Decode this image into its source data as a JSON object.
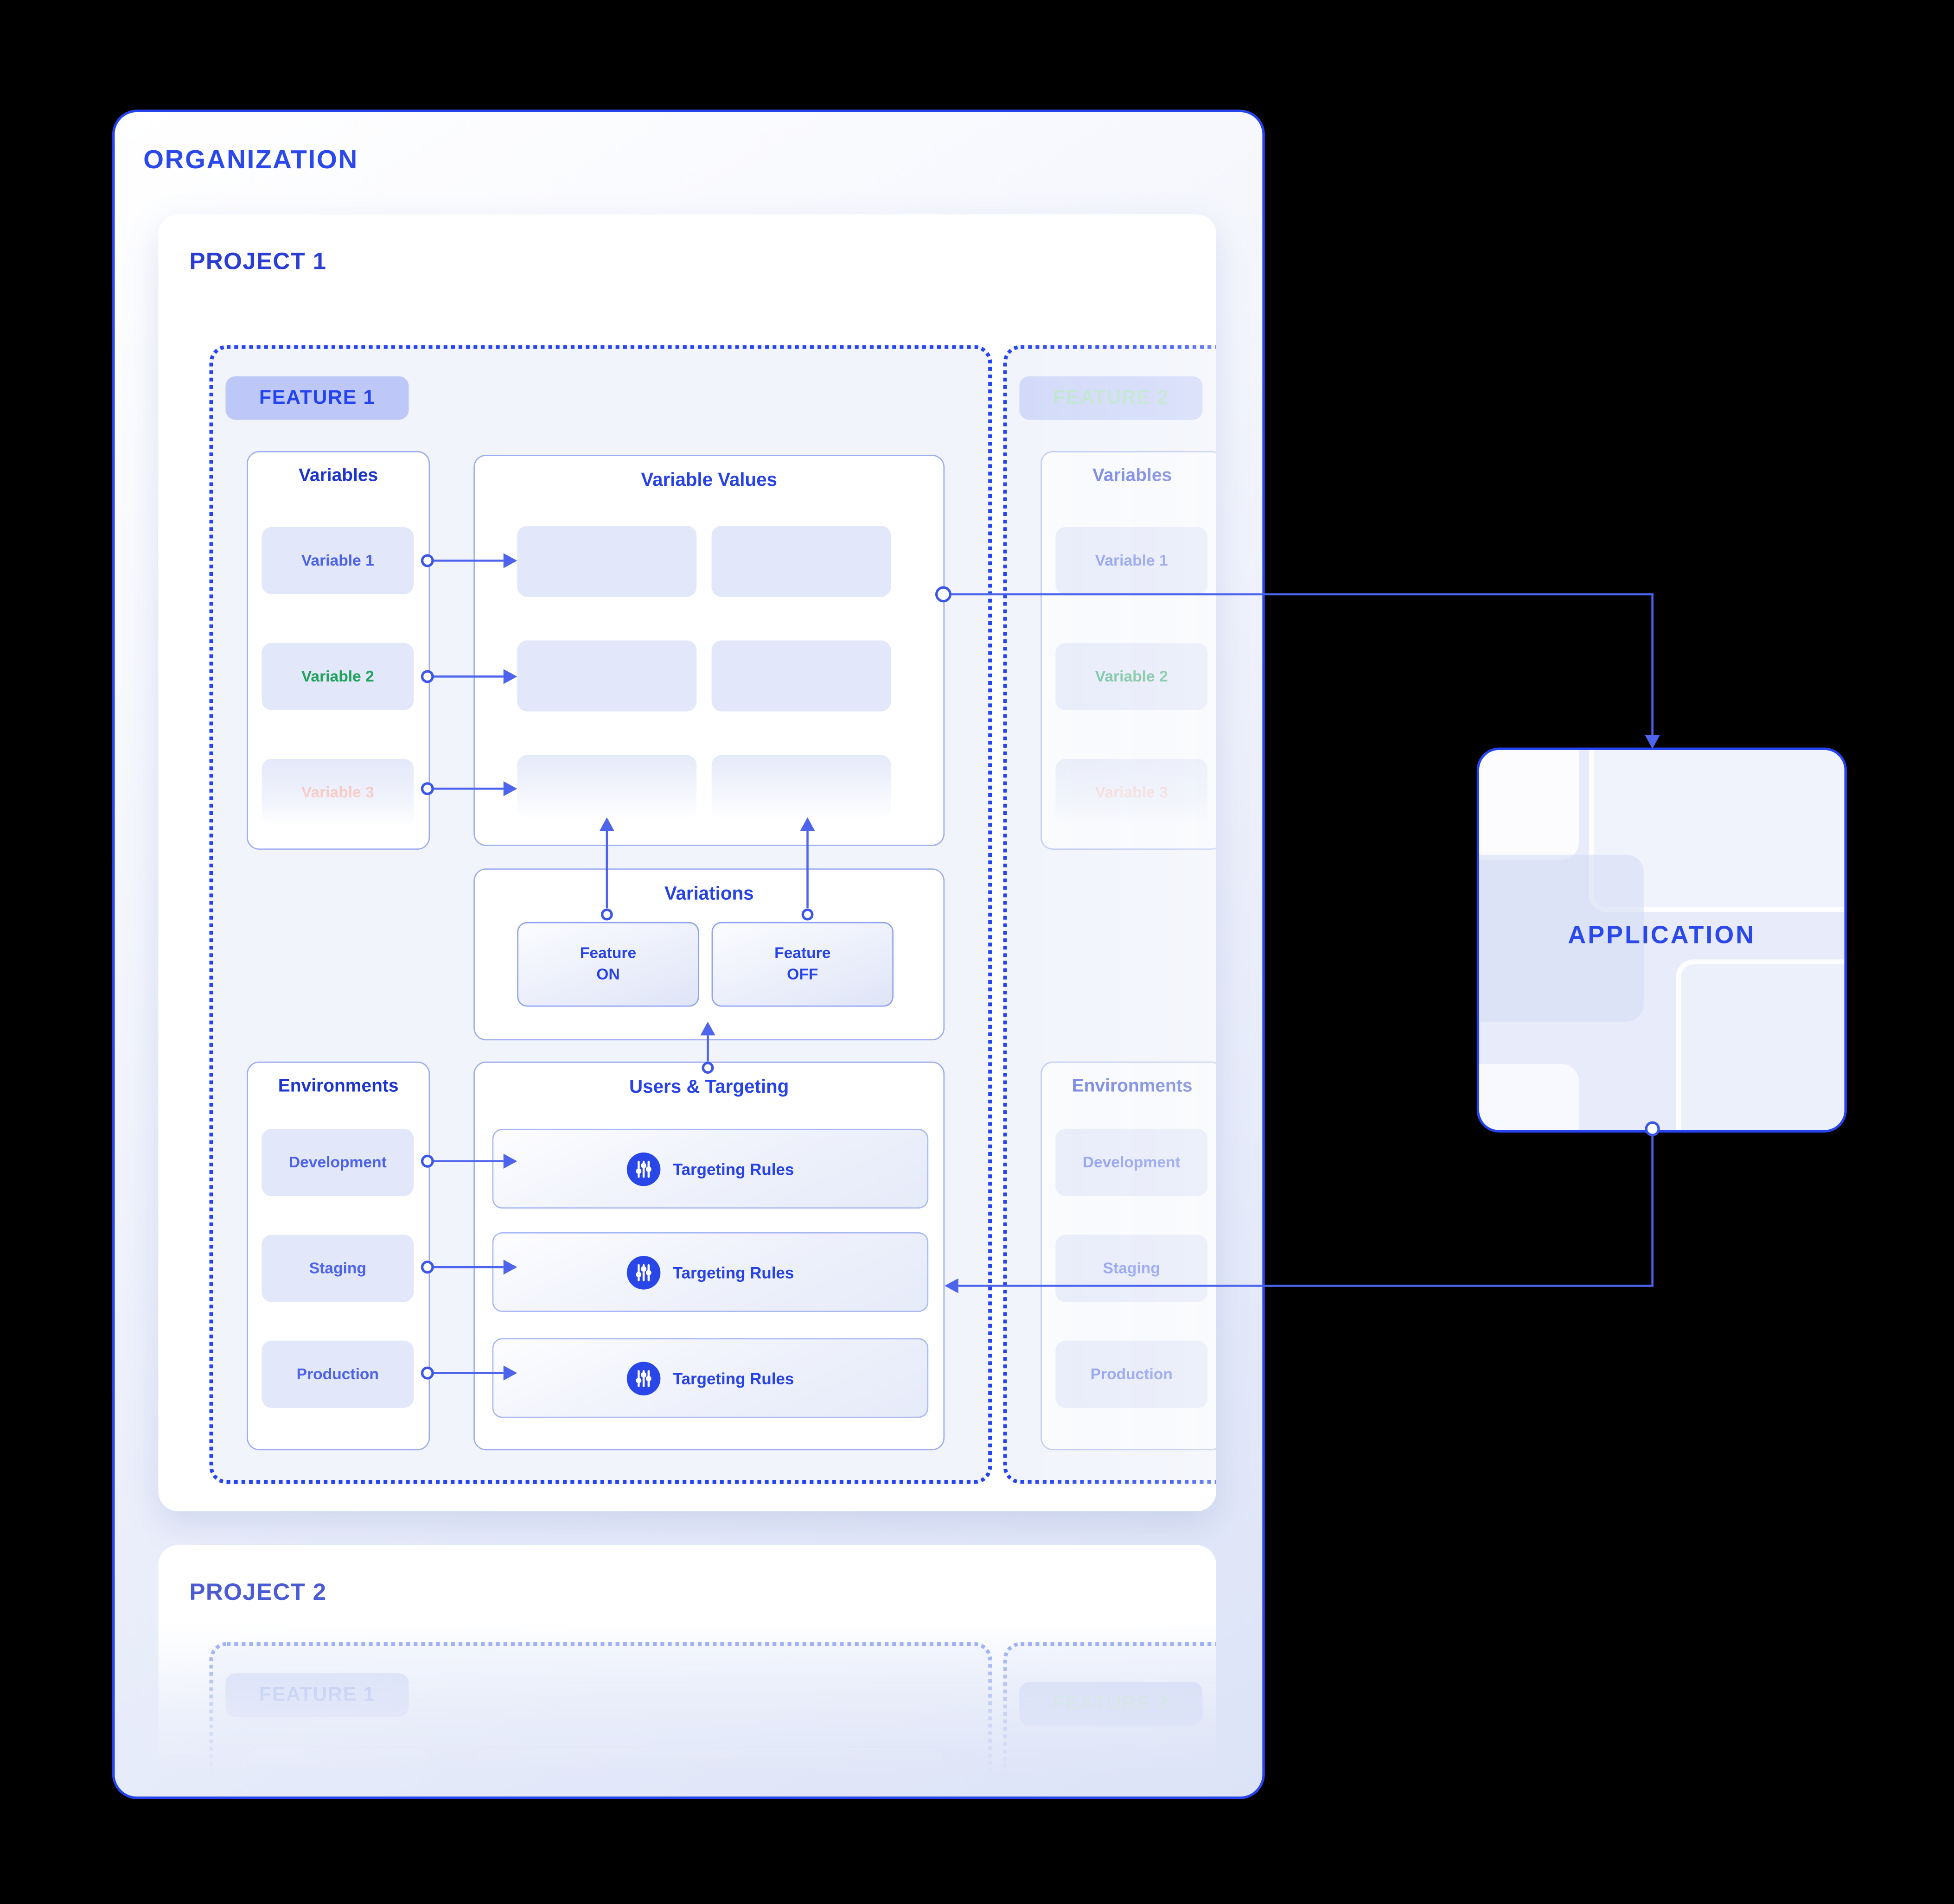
{
  "colors": {
    "background": "#000000",
    "accent_blue": "#2543ee",
    "deep_blue": "#1d35cf",
    "mid_blue": "#4c63ea",
    "green": "#21a35e",
    "salmon": "#f2a79d",
    "mint": "#9fd8b4",
    "lavender": "#e2e7f9",
    "badge_bg": "#bdc8f8",
    "connector": "#4e64ed"
  },
  "organization": {
    "title": "ORGANIZATION",
    "projects": [
      {
        "title": "PROJECT 1",
        "features": [
          {
            "badge": "FEATURE 1",
            "variables": {
              "title": "Variables",
              "items": [
                {
                  "label": "Variable 1",
                  "tone": "blue"
                },
                {
                  "label": "Variable 2",
                  "tone": "green"
                },
                {
                  "label": "Variable 3",
                  "tone": "salmon"
                }
              ]
            },
            "variable_values": {
              "title": "Variable Values",
              "placeholder_rows": 3,
              "placeholder_cols": 2
            },
            "variations": {
              "title": "Variations",
              "options": [
                {
                  "line1": "Feature",
                  "line2": "ON"
                },
                {
                  "line1": "Feature",
                  "line2": "OFF"
                }
              ]
            },
            "environments": {
              "title": "Environments",
              "items": [
                {
                  "label": "Development"
                },
                {
                  "label": "Staging"
                },
                {
                  "label": "Production"
                }
              ]
            },
            "targeting": {
              "title": "Users & Targeting",
              "rules_label": "Targeting Rules",
              "row_count": 3
            }
          },
          {
            "badge": "FEATURE 2",
            "variables": {
              "title": "Variables",
              "items": [
                {
                  "label": "Variable 1",
                  "tone": "blue"
                },
                {
                  "label": "Variable 2",
                  "tone": "green"
                },
                {
                  "label": "Variable 3",
                  "tone": "salmon"
                }
              ]
            },
            "environments": {
              "title": "Environments",
              "items": [
                {
                  "label": "Development"
                },
                {
                  "label": "Staging"
                },
                {
                  "label": "Production"
                }
              ]
            }
          }
        ]
      },
      {
        "title": "PROJECT 2",
        "features": [
          {
            "badge": "FEATURE 1"
          },
          {
            "badge": "FEATURE 2"
          }
        ]
      }
    ]
  },
  "application": {
    "title": "APPLICATION"
  }
}
